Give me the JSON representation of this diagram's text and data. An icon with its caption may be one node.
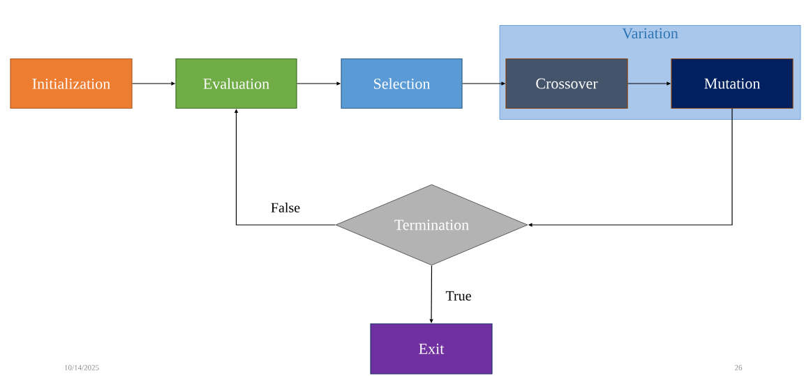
{
  "diagram": {
    "nodes": [
      {
        "text": [
          "Initialization"
        ]
      },
      {
        "text": [
          "Evaluation"
        ]
      },
      {
        "text": [
          "Selection"
        ]
      },
      {
        "text": [
          "Variation"
        ]
      },
      {
        "text": [
          "Crossover"
        ],
        "in": 3
      },
      {
        "text": [
          "Mutation"
        ],
        "in": 3
      },
      {
        "text": [
          "Termination"
        ]
      },
      {
        "text": [
          "Exit"
        ]
      }
    ],
    "edges": [
      {
        "from": 0,
        "to": 1,
        "arrow": "to"
      },
      {
        "from": 1,
        "to": 2,
        "arrow": "to"
      },
      {
        "from": 2,
        "to": 4,
        "arrow": "to"
      },
      {
        "from": 4,
        "to": 5,
        "arrow": "to"
      },
      {
        "from": 5,
        "to": 6,
        "arrow": "to"
      },
      {
        "from": 6,
        "to": 1,
        "label": "False",
        "arrow": "to"
      },
      {
        "from": 6,
        "to": 7,
        "label": "True",
        "arrow": "to"
      }
    ],
    "labels": [
      "10/14/2025",
      "26"
    ]
  }
}
